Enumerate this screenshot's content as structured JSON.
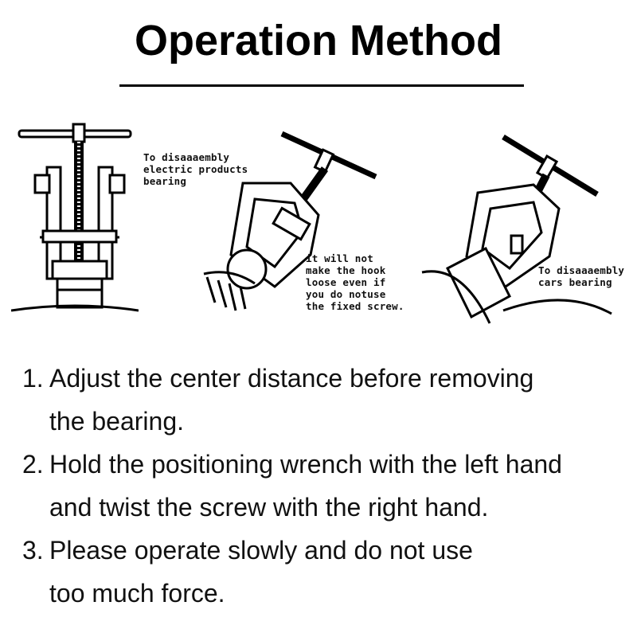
{
  "title": "Operation Method",
  "captions": {
    "left": "To disaaaembly\nelectric products\nbearing",
    "middle": "it will not\nmake the hook\nloose even if\nyou do notuse\nthe fixed screw.",
    "right": "To disaaaembly\ncars bearing"
  },
  "steps": [
    {
      "num": "1.",
      "line1": "Adjust the center distance before removing",
      "line2": "the bearing."
    },
    {
      "num": "2.",
      "line1": "Hold the positioning wrench with the left hand",
      "line2": "and twist the screw with the right hand."
    },
    {
      "num": "3.",
      "line1": "Please operate slowly and do not use",
      "line2": "too much force."
    }
  ]
}
